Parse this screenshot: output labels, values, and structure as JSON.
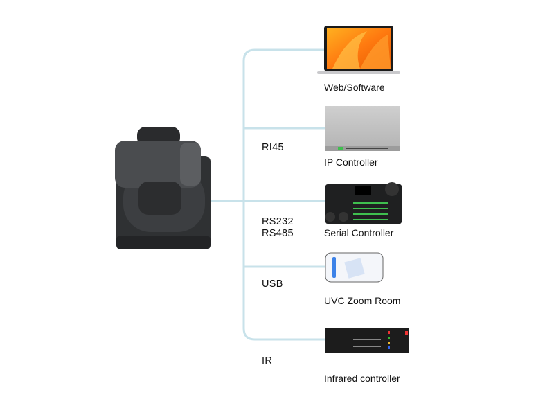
{
  "colors": {
    "connector_line": "#c8e2ea",
    "background": "#ffffff"
  },
  "connections": [
    {
      "id": "rj45",
      "lines": [
        "RI45"
      ]
    },
    {
      "id": "serial",
      "lines": [
        "RS232",
        "RS485"
      ]
    },
    {
      "id": "usb",
      "lines": [
        "USB"
      ]
    },
    {
      "id": "ir",
      "lines": [
        "IR"
      ]
    }
  ],
  "devices": [
    {
      "id": "web",
      "label": "Web/Software",
      "icon": "laptop-icon"
    },
    {
      "id": "ip",
      "label": "IP Controller",
      "icon": "ip-controller-icon"
    },
    {
      "id": "serial",
      "label": "Serial Controller",
      "icon": "keyboard-controller-icon"
    },
    {
      "id": "uvc",
      "label": "UVC Zoom Room",
      "icon": "phone-icon"
    },
    {
      "id": "ir",
      "label": "Infrared controller",
      "icon": "remote-control-icon"
    }
  ]
}
